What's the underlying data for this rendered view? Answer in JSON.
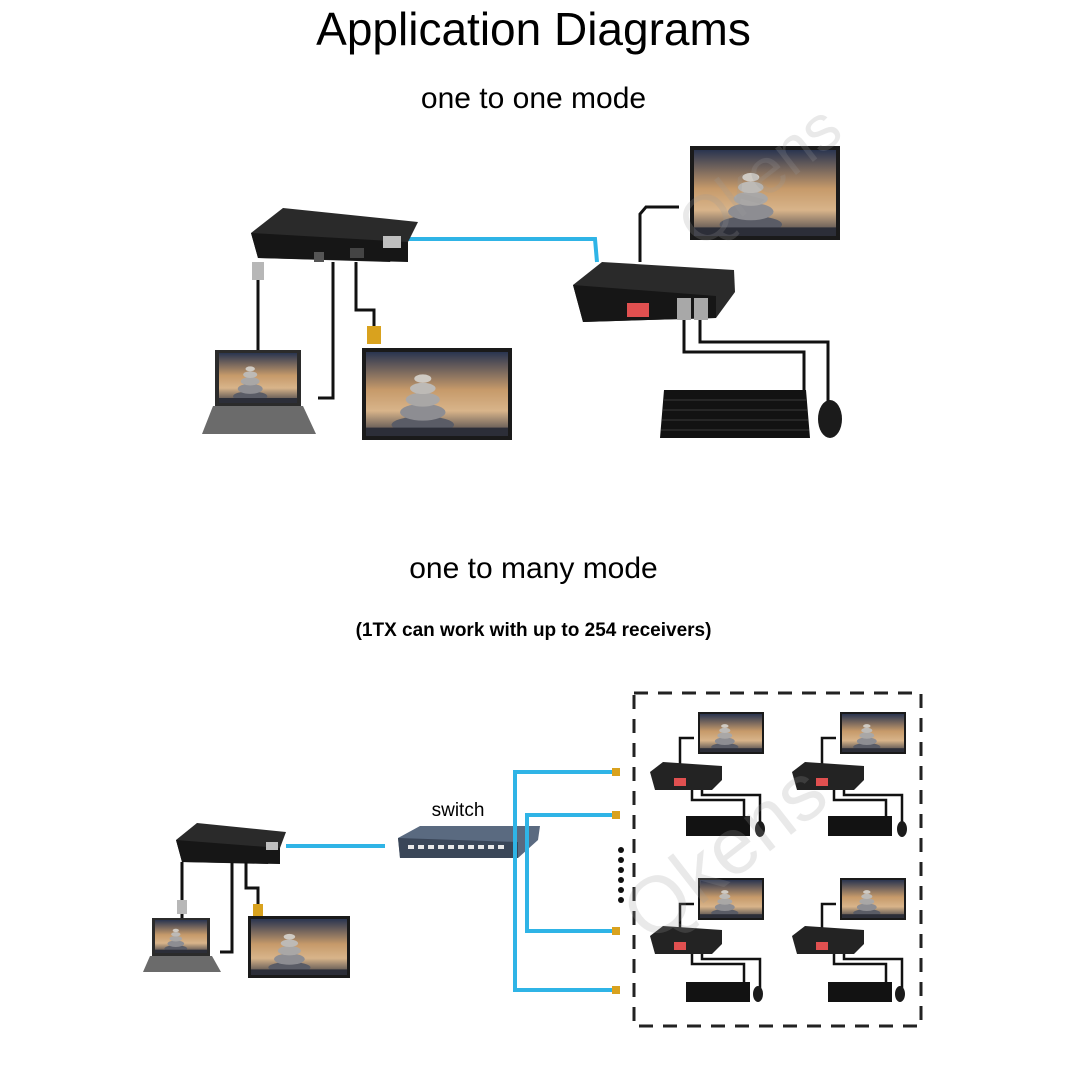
{
  "header": {
    "title": "Application Diagrams"
  },
  "sections": {
    "one_to_one": {
      "heading": "one to one mode"
    },
    "one_to_many": {
      "heading": "one to many mode",
      "note": "(1TX can work with up to 254 receivers)",
      "switch_label": "switch"
    }
  },
  "watermark": "Qkens",
  "colors": {
    "network_cable": "#2fb4e6",
    "device_body": "#1c1c1c",
    "cable_black": "#111111",
    "dashed_box": "#222222"
  }
}
